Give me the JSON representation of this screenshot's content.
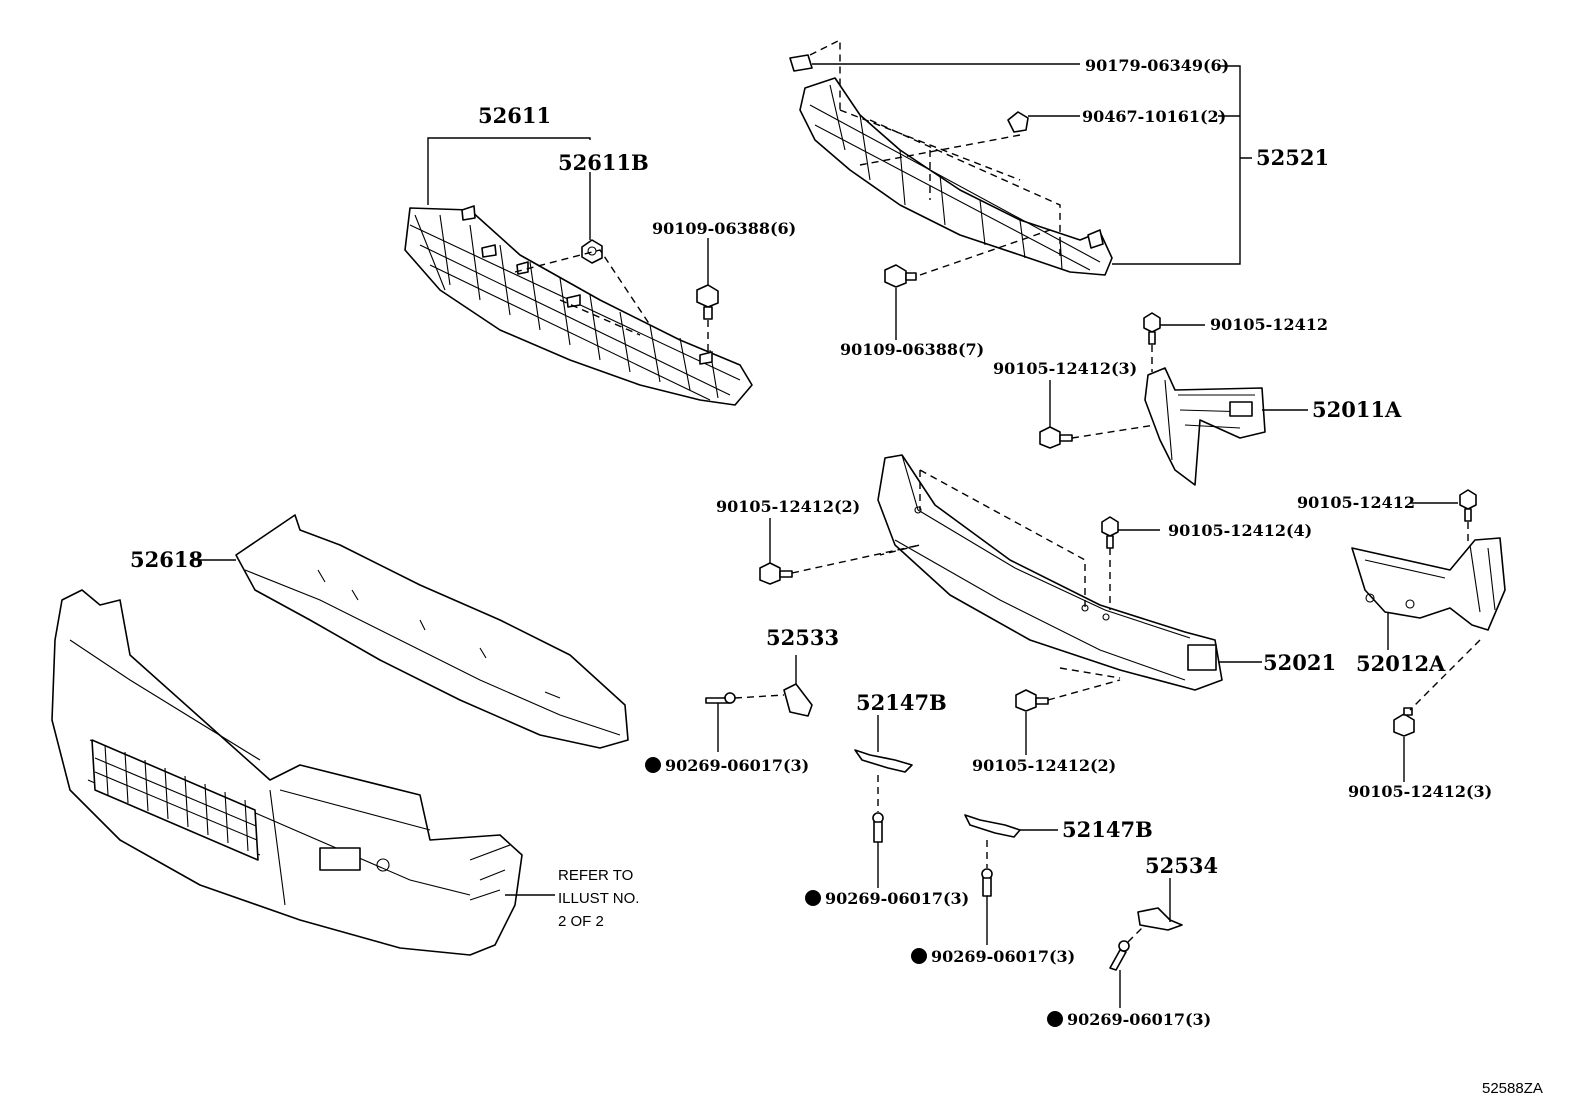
{
  "diagram_id": "52588ZA",
  "note": {
    "line1": "REFER TO",
    "line2": "ILLUST NO.",
    "line3": "2 OF 2"
  },
  "labels": {
    "p52611": "52611",
    "p52611B": "52611B",
    "p90109_06388_6": "90109-06388(6)",
    "p90179": "90179-06349(6)",
    "p90467": "90467-10161(2)",
    "p52521": "52521",
    "p90109_06388_7": "90109-06388(7)",
    "p90105_a": "90105-12412",
    "p90105_3a": "90105-12412(3)",
    "p52011A": "52011A",
    "p90105_2a": "90105-12412(2)",
    "p90105_4": "90105-12412(4)",
    "p90105_b": "90105-12412",
    "p52618": "52618",
    "p52533": "52533",
    "p52021": "52021",
    "p52012A": "52012A",
    "p52147B_a": "52147B",
    "p90269_a": "90269-06017(3)",
    "p90105_2b": "90105-12412(2)",
    "p90105_3b": "90105-12412(3)",
    "p52147B_b": "52147B",
    "p90269_b": "90269-06017(3)",
    "p52534": "52534",
    "p90269_c": "90269-06017(3)",
    "p90269_d": "90269-06017(3)"
  }
}
